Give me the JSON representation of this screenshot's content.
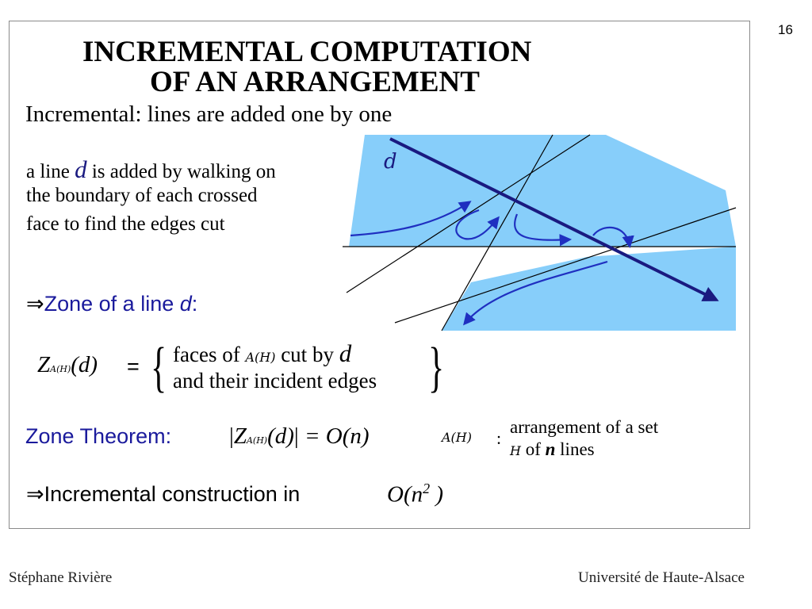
{
  "page_number": "16",
  "title_line1": "INCREMENTAL COMPUTATION",
  "title_line2": "OF AN ARRANGEMENT",
  "subtitle": "Incremental: lines are added one by one",
  "description": {
    "line1_prefix": "a line ",
    "line1_var": "d",
    "line1_suffix": " is added by walking on",
    "line2": "the boundary of each crossed",
    "line3": "face to find the edges cut"
  },
  "diagram": {
    "line_label": "d",
    "face_color": "#87cefa",
    "added_line_color": "#1a1a80",
    "arrow_color": "#1f2fc0"
  },
  "zone_heading": {
    "arrow": "⇒",
    "text": "Zone of a line ",
    "var": "d",
    "colon": ":"
  },
  "zone_definition": {
    "lhs_Z": "Z",
    "lhs_sub": "A(H)",
    "lhs_arg": "(d)",
    "equals": "=",
    "brace_open": "{",
    "brace_close": "}",
    "line1_prefix": "faces of ",
    "line1_calli": "A(H)",
    "line1_mid": " cut by ",
    "line1_var": "d",
    "line2": "and their incident edges"
  },
  "zone_theorem": {
    "label": "Zone Theorem:",
    "formula_bar_open": "|",
    "formula_Z": "Z",
    "formula_sub": "A(H)",
    "formula_arg": "(d)",
    "formula_bar_close": "|",
    "formula_rhs": " = O(n)",
    "calli": "A(H)",
    "colon": ":",
    "expl_line1": "arrangement of a set",
    "expl_line2_calli": "H",
    "expl_line2_mid": " of ",
    "expl_line2_var": "n",
    "expl_line2_suffix": " lines"
  },
  "incremental": {
    "arrow": "⇒",
    "text": "Incremental construction in ",
    "formula_base": "O(n",
    "formula_exp": "2",
    "formula_close": " )"
  },
  "footer": {
    "left": "Stéphane Rivière",
    "right": "Université de Haute-Alsace"
  }
}
